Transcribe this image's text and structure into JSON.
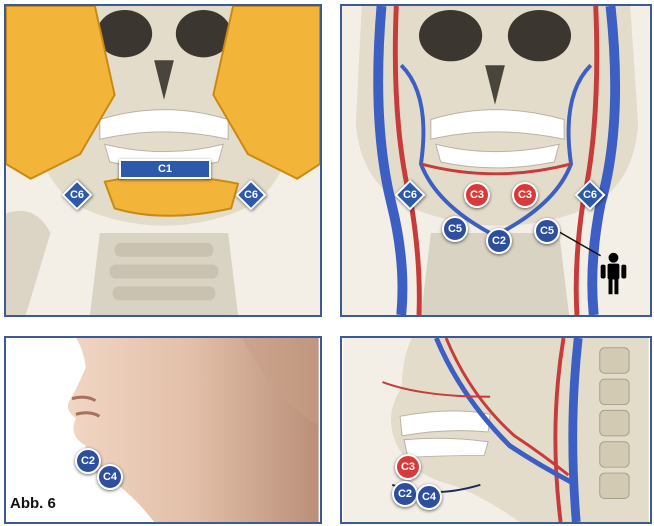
{
  "figure": {
    "caption": "Abb. 6",
    "colors": {
      "frame": "#3a5a98",
      "label_blue": "#2d4f9e",
      "label_red": "#d83a3a"
    }
  },
  "panels": [
    {
      "id": "front-skull-fat",
      "labels": [
        "C1",
        "C6",
        "C6"
      ]
    },
    {
      "id": "front-skull-vessels",
      "labels": [
        "C6",
        "C3",
        "C3",
        "C6",
        "C5",
        "C2",
        "C5"
      ],
      "icon": "person-icon"
    },
    {
      "id": "side-face",
      "labels": [
        "C2",
        "C4"
      ]
    },
    {
      "id": "side-skull-vessels",
      "labels": [
        "C3",
        "C2",
        "C4"
      ]
    }
  ]
}
